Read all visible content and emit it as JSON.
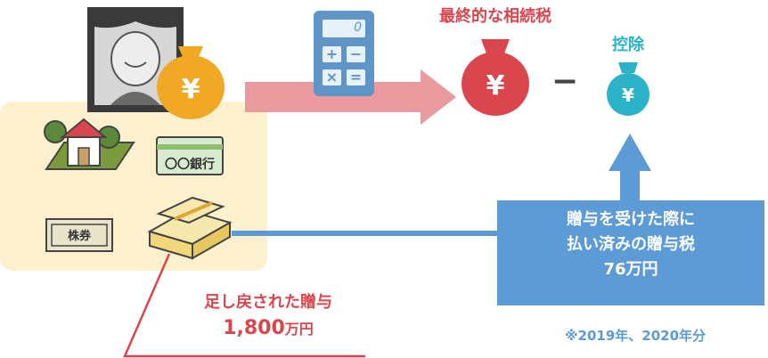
{
  "final_tax_title": "最終的な相続税",
  "deduction_title": "控除",
  "minus_sign": "−",
  "calculator_display": "0",
  "calculator_keys": [
    "+",
    "−",
    "×",
    "="
  ],
  "yen_symbol": "¥",
  "bank_card_label": "〇〇銀行",
  "stock_label": "株券",
  "added_gift_label": "足し戻された贈与",
  "added_gift_amount": "1,800",
  "added_gift_unit": "万円",
  "paid_tax_lines": [
    "贈与を受けた際に",
    "払い済みの贈与税"
  ],
  "paid_tax_amount": "76万円",
  "note": "※2019年、2020年分",
  "colors": {
    "red": "#d9464d",
    "teal": "#2cb3c8",
    "blue": "#5c9bd6",
    "pink_arrow": "#e89a9e",
    "panel": "#fdf0cf",
    "gold": "#f0a825"
  }
}
